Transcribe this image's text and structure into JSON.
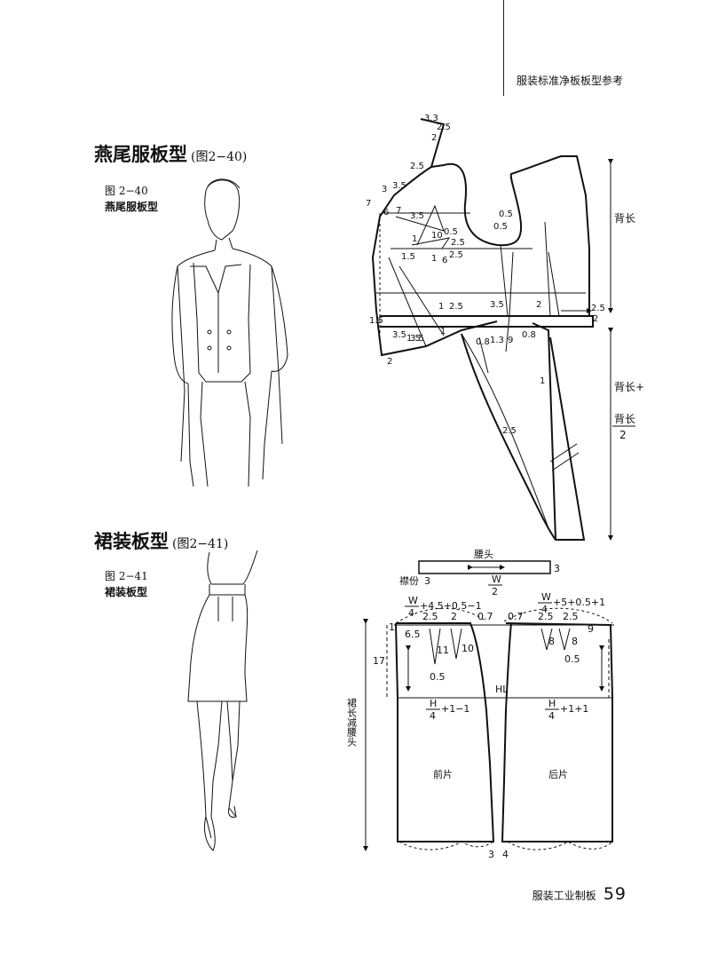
{
  "header": {
    "running_head": "服装标准净板板型参考"
  },
  "sections": {
    "tailcoat": {
      "title": "燕尾服板型",
      "figure_ref": "(图2−40)",
      "caption_number": "图 2−40",
      "caption_name": "燕尾服板型"
    },
    "skirt": {
      "title": "裙装板型",
      "figure_ref": "(图2−41)",
      "caption_number": "图 2−41",
      "caption_name": "裙装板型"
    }
  },
  "tailcoat_pattern": {
    "measures": [
      "3.3",
      "2.5",
      "2",
      "2.5",
      "3",
      "3.5",
      "7",
      "6",
      "7",
      "3.5",
      "1",
      "10",
      "0.5",
      "2.5",
      "1.5",
      "1",
      "6",
      "2.5",
      "0.5",
      "0.5",
      "1.5",
      "1",
      "2.5",
      "3.5",
      "2",
      "2.5",
      "2",
      "1.5",
      "3.5",
      "3.5",
      "1",
      "0.8",
      "1.3",
      "9",
      "0.8",
      "2",
      "1",
      "2.5"
    ],
    "label_back_length": "背长",
    "label_back_length_plus": "背长+",
    "label_fraction_num": "背长",
    "label_fraction_den": "2"
  },
  "skirt_pattern": {
    "waistband_label": "腰头",
    "placket_label": "襟份",
    "placket_value": "3",
    "band_height": "3",
    "band_formula_num": "W",
    "band_formula_den": "2",
    "front_waist_num": "W",
    "front_waist_den": "4",
    "front_waist_rest": "+4.5+0.5−1",
    "back_waist_num": "W",
    "back_waist_den": "4",
    "back_waist_rest": "+5+0.5+1",
    "front_hip_num": "H",
    "front_hip_den": "4",
    "front_hip_rest": "+1−1",
    "back_hip_num": "H",
    "back_hip_rest": "+1+1",
    "back_hip_den": "4",
    "hip_line": "HL",
    "front_label": "前片",
    "back_label": "后片",
    "length_label": "裙长减腰头",
    "dims": {
      "d_1": "1",
      "d_25a": "2.5",
      "d_2": "2",
      "d_07a": "0.7",
      "d_07b": "0.7",
      "d_25b": "2.5",
      "d_25c": "2.5",
      "d_9": "9",
      "d_65": "6.5",
      "d_11": "11",
      "d_10": "10",
      "d_8a": "8",
      "d_8b": "8",
      "d_05a": "0.5",
      "d_05b": "0.5",
      "d_17": "17",
      "d_3": "3",
      "d_4": "4"
    }
  },
  "footer": {
    "book_title": "服装工业制板",
    "page_number": "59"
  }
}
